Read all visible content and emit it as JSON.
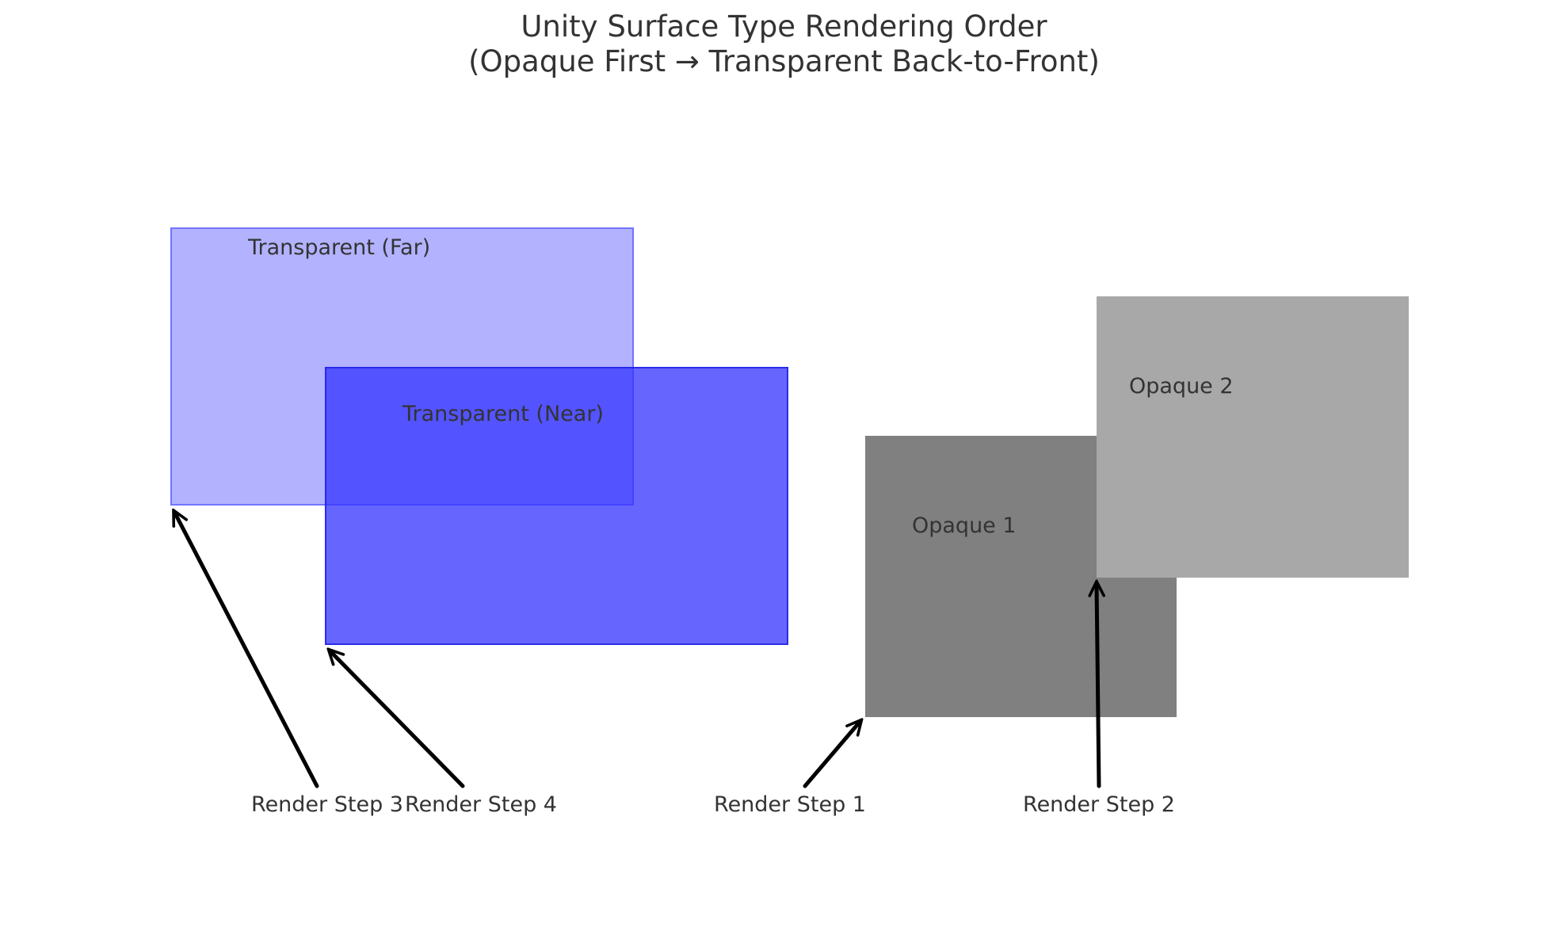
{
  "diagram": {
    "title_line1": "Unity Surface Type Rendering Order",
    "title_line2": "(Opaque First → Transparent Back-to-Front)",
    "boxes": {
      "transparent_far": {
        "label": "Transparent (Far)",
        "color": "#6666ff"
      },
      "transparent_near": {
        "label": "Transparent (Near)",
        "color": "#3333ff"
      },
      "opaque_1": {
        "label": "Opaque 1",
        "color": "#808080"
      },
      "opaque_2": {
        "label": "Opaque 2",
        "color": "#a8a8a8"
      }
    },
    "steps": {
      "step_1": "Render Step 1",
      "step_2": "Render Step 2",
      "step_3": "Render Step 3",
      "step_4": "Render Step 4"
    },
    "arrow_color": "#000000"
  }
}
